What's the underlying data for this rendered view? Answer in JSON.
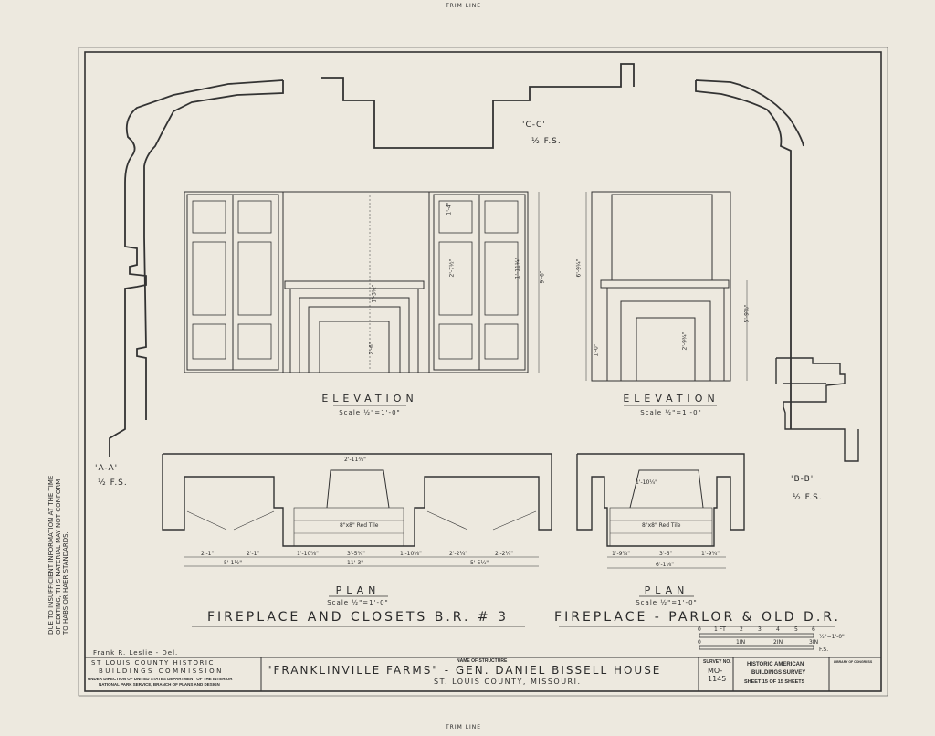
{
  "trim_line_top": "TRIM LINE",
  "trim_line_bottom": "TRIM LINE",
  "side_note": "DUE TO INSUFFICIENT INFORMATION AT THE TIME OF EDITING, THIS MATERIAL MAY NOT CONFORM TO HABS OR HAER STANDARDS.",
  "sections": {
    "aa": {
      "label": "'A-A'",
      "scale": "½ F.S."
    },
    "bb": {
      "label": "'B-B'",
      "scale": "½ F.S."
    },
    "cc": {
      "label": "'C-C'",
      "scale": "½ F.S."
    }
  },
  "elevation_left": {
    "title": "Elevation",
    "scale": "Scale ½\"=1'-0\"",
    "dims": [
      "1'-4\"",
      "2'-6\"",
      "9'-6\"",
      "1'-3½\"",
      "2'-7½\"",
      "1'-11¼\""
    ]
  },
  "elevation_right": {
    "title": "Elevation",
    "scale": "Scale ½\"=1'-0\"",
    "dims": [
      "6'-9¼\"",
      "5'-9⅝\"",
      "2'-9¾\"",
      "1'-0\""
    ]
  },
  "plan_left": {
    "title": "Plan",
    "scale": "Scale ½\"=1'-0\"",
    "tile": "8\"x8\" Red Tile",
    "dims": [
      "2'-11¾\"",
      "2'-1\"",
      "2'-1\"",
      "1'-10⅝\"",
      "3'-5¾\"",
      "1'-10⅝\"",
      "2'-2¼\"",
      "2'-2¼\"",
      "5'-1½\"",
      "11'-3\"",
      "5'-5¼\""
    ]
  },
  "plan_right": {
    "title": "Plan",
    "scale": "Scale ½\"=1'-0\"",
    "tile": "8\"x8\" Red Tile",
    "dims": [
      "1'-9¾\"",
      "3'-6\"",
      "1'-9¾\"",
      "6'-1⅛\"",
      "1'-10¼\""
    ]
  },
  "caption_left": "Fireplace and Closets B.R. # 3",
  "caption_right": "Fireplace - Parlor & Old D.R.",
  "delineator": "Frank R. Leslie - Del.",
  "scale_bar": {
    "ticks": [
      "0",
      "1 FT",
      "2",
      "3",
      "4",
      "5",
      "6"
    ],
    "unit_top": "½\"=1'-0\"",
    "ticks_fs": [
      "0",
      "1IN",
      "2IN",
      "3IN"
    ],
    "unit_bottom": "F.S."
  },
  "title_block": {
    "commission_line1": "St Louis County Historic",
    "commission_line2": "Buildings Commission",
    "commission_under": "UNDER DIRECTION OF UNITED STATES DEPARTMENT OF THE INTERIOR",
    "commission_under2": "NATIONAL PARK SERVICE, BRANCH OF PLANS AND DESIGN",
    "name_label": "NAME OF STRUCTURE",
    "structure_name": "\"Franklinville Farms\" - Gen. Daniel Bissell House",
    "location": "St. Louis County, Missouri.",
    "survey_label": "SURVEY NO.",
    "survey_no": "MO-1145",
    "habs_line1": "HISTORIC AMERICAN",
    "habs_line2": "BUILDINGS SURVEY",
    "sheet": "SHEET 15 OF 15 SHEETS",
    "library": "LIBRARY OF CONGRESS"
  }
}
